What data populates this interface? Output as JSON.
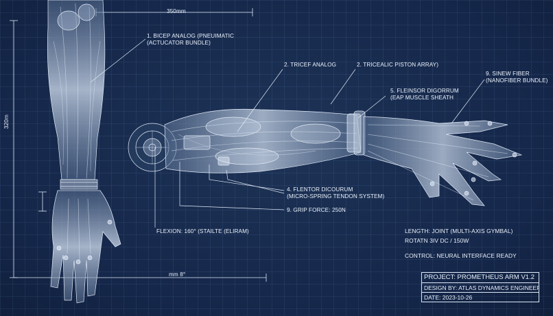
{
  "dimensions": {
    "top_width": "350mm",
    "side_height": "320m",
    "bottom_width": "mm  8°"
  },
  "callouts": {
    "bicep": {
      "line1": "1. BICEP ANALOG (PNEUIMATIC",
      "line2": "(ACTUCATOR BUNDLE)"
    },
    "tricep": "2. TRICEF ANALOG",
    "tricealic": "2. TRICEALIC PISTON ARRAY)",
    "sinew": {
      "line1": "9. SINEW FIBER",
      "line2": "(NANOFIBER BUNDLE)"
    },
    "flexor_digorrum": {
      "line1": "5. FLEINSOR DIGORRUM",
      "line2": "(EAP MUSCLE SHEATH"
    },
    "flexor_dicourum": {
      "line1": "4. FLENTOR DICOURUM",
      "line2": "(MICRO-SPRING TENDON SYSTEM)"
    },
    "grip": "9. GRIP FORCE: 250N",
    "flexion": "FLEXION: 160° (STAILTE (ELIRAM)"
  },
  "specs": {
    "length": "LENGTH: JOINT  (MULTI-AXIS GYMBAL)",
    "rotation": "ROTATN 3IV DC / 150W",
    "control": "CONTROL: NEURAL INTERFACE READY"
  },
  "title_block": {
    "project": "PROJECT: PROMETHEUS ARM V1.2",
    "design": "DESIGN BY: ATLAS DYNAMICS ENGINEERING",
    "date": "DATE: 2023-10-26"
  },
  "colors": {
    "background": "#172a48",
    "line": "#dfe8f6",
    "muscle_fill": "#7f93b0"
  }
}
